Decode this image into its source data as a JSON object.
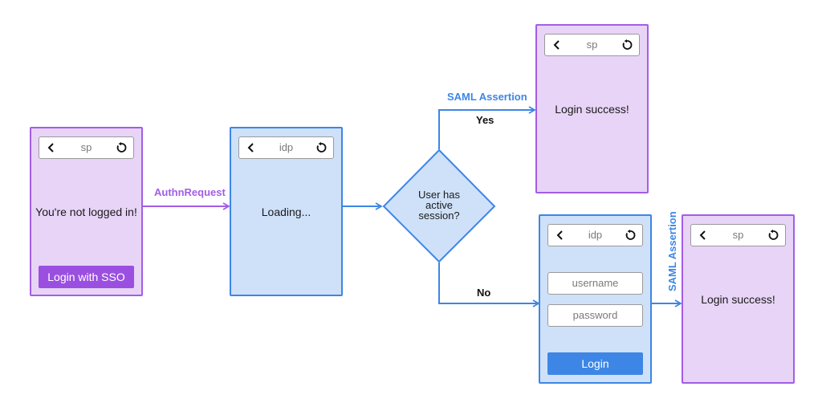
{
  "screens": {
    "sp_not_logged": {
      "host": "sp",
      "message": "You're not logged in!",
      "button": "Login with SSO"
    },
    "idp_loading": {
      "host": "idp",
      "message": "Loading..."
    },
    "sp_success_top": {
      "host": "sp",
      "message": "Login success!"
    },
    "idp_login": {
      "host": "idp",
      "username_placeholder": "username",
      "password_placeholder": "password",
      "button": "Login"
    },
    "sp_success_bottom": {
      "host": "sp",
      "message": "Login success!"
    }
  },
  "decision": {
    "lines": [
      "User has",
      "active",
      "session?"
    ]
  },
  "edges": {
    "authn_request": "AuthnRequest",
    "saml_assertion_top": "SAML Assertion",
    "yes": "Yes",
    "no": "No",
    "saml_assertion_vertical": "SAML Assertion"
  },
  "icons": {
    "back": "chevron-left-icon",
    "reload": "reload-icon"
  },
  "colors": {
    "sp_fill": "#e8d4f7",
    "sp_border": "#a25ee6",
    "idp_fill": "#cfe1f9",
    "idp_border": "#3d86e6",
    "sp_button": "#9b4fe0",
    "idp_button": "#3d86e6"
  }
}
